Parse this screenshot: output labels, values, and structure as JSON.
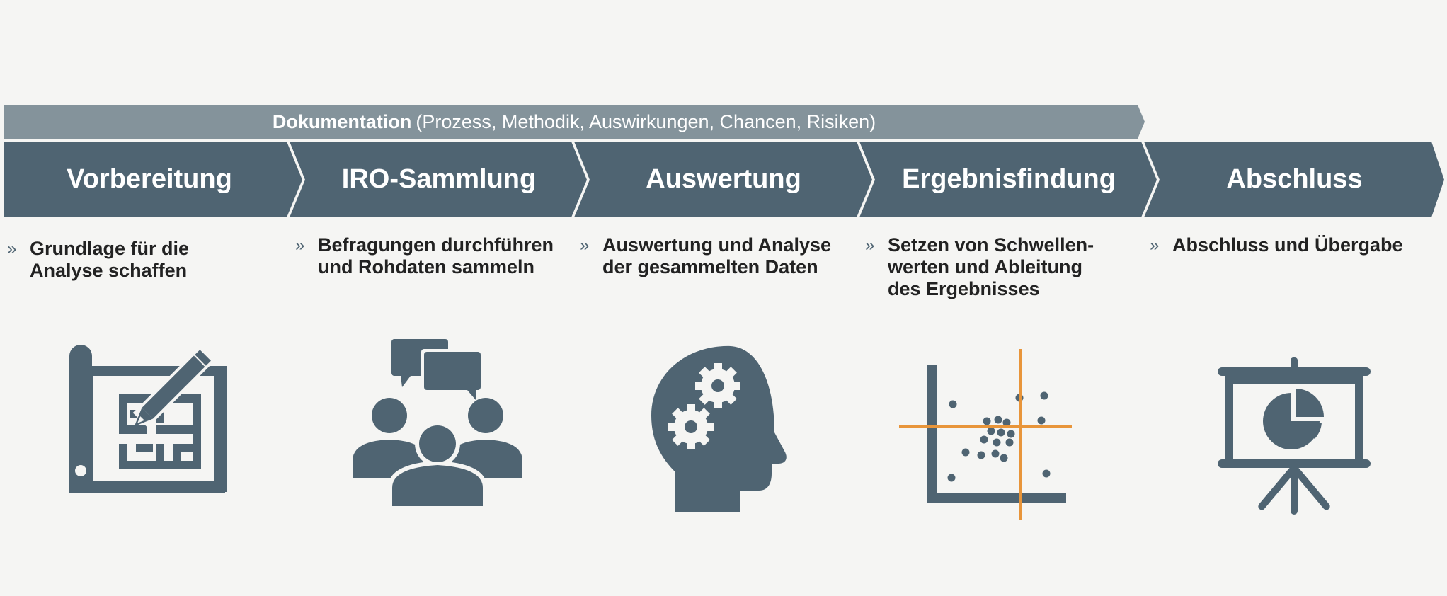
{
  "documentation": {
    "bold": "Dokumentation",
    "detail": "(Prozess, Methodik, Auswirkungen, Chancen, Risiken)"
  },
  "phases": [
    {
      "label": "Vorbereitung",
      "description": "Grundlage für die\nAnalyse schaffen",
      "bullet": "»",
      "icon": "blueprint-pencil-icon"
    },
    {
      "label": "IRO-Sammlung",
      "description": "Befragungen durchführen\nund Rohdaten sammeln",
      "bullet": "»",
      "icon": "group-discussion-icon"
    },
    {
      "label": "Auswertung",
      "description": "Auswertung und Analyse\nder gesammelten Daten",
      "bullet": "»",
      "icon": "head-gears-icon"
    },
    {
      "label": "Ergebnisfindung",
      "description": "Setzen von Schwellen-\nwerten und Ableitung\ndes Ergebnisses",
      "bullet": "»",
      "icon": "scatter-plot-threshold-icon"
    },
    {
      "label": "Abschluss",
      "description": "Abschluss und Übergabe",
      "bullet": "»",
      "icon": "presentation-board-icon"
    }
  ],
  "colors": {
    "background": "#f5f5f3",
    "phase_fill": "#4f6472",
    "documentation_fill": "#84939b",
    "icon_fill": "#4f6472",
    "threshold_line": "#e8953a",
    "text": "#222222"
  }
}
